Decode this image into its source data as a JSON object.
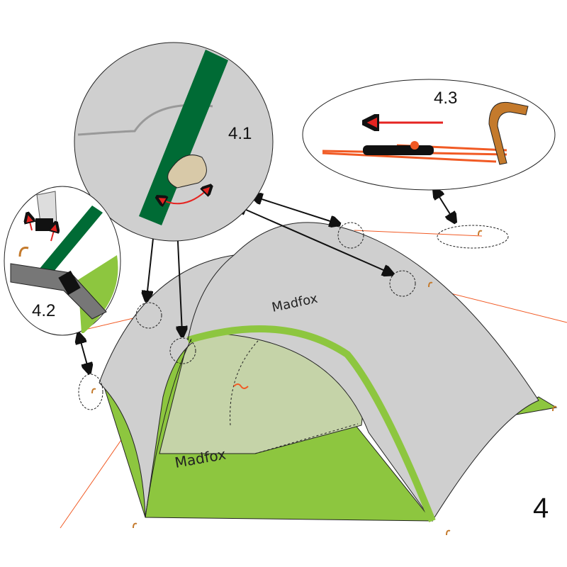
{
  "step_number": "4",
  "callouts": {
    "c41": {
      "label": "4.1"
    },
    "c42": {
      "label": "4.2"
    },
    "c43": {
      "label": "4.3"
    }
  },
  "brand": {
    "fly": "Madfox",
    "inner": "Madfox"
  },
  "colors": {
    "fly_gray": "#cfcfcf",
    "inner_green": "#8dc63f",
    "pole_sleeve_green": "#006b35",
    "guyline_orange": "#f15a24",
    "stake_brown": "#c47a2c",
    "arrow_red": "#e52421"
  }
}
